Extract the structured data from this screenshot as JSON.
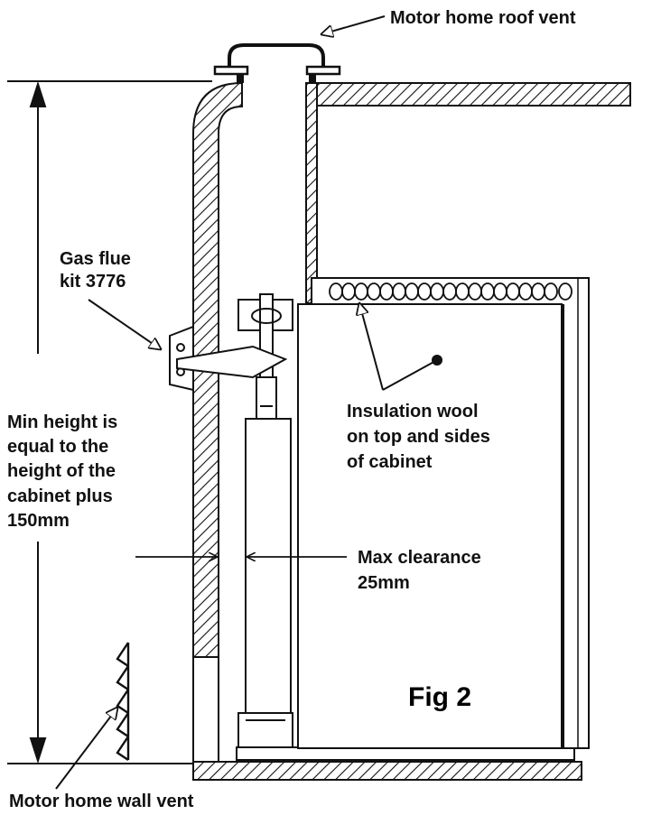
{
  "labels": {
    "roof_vent": "Motor home roof vent",
    "gas_flue_line1": "Gas flue",
    "gas_flue_line2": "kit 3776",
    "min_height_lines": [
      "Min height is",
      "equal to the",
      "height of the",
      "cabinet plus",
      "150mm"
    ],
    "insulation_lines": [
      "Insulation wool",
      "on top and sides",
      "of cabinet"
    ],
    "clearance_lines": [
      "Max clearance",
      "25mm"
    ],
    "figure": "Fig 2",
    "wall_vent": "Motor home wall vent"
  },
  "colors": {
    "line": "#111111",
    "background": "#ffffff"
  }
}
